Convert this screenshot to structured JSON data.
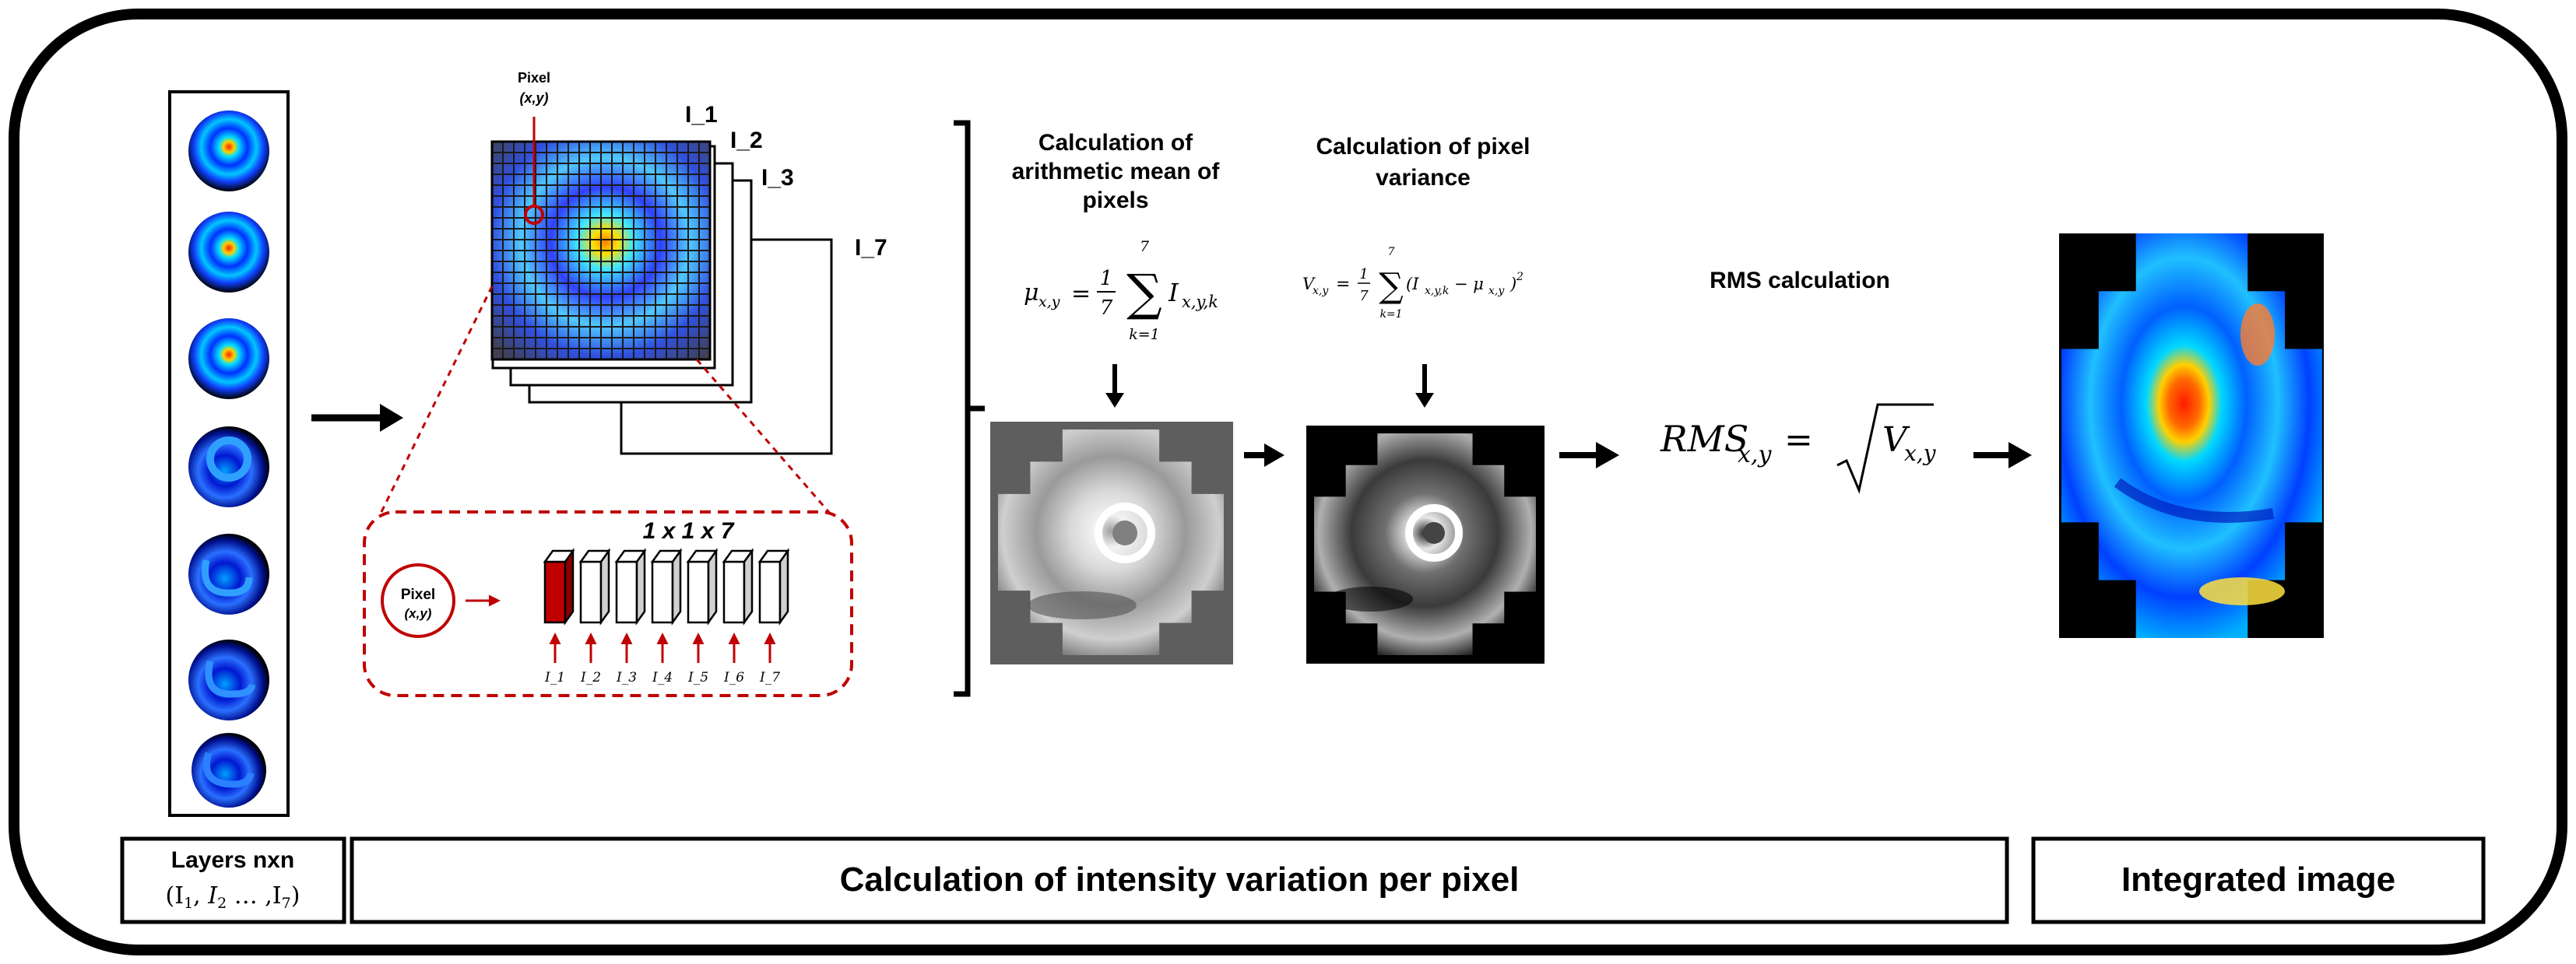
{
  "layers": {
    "box_label": "Layers nxn",
    "sequence": "(I",
    "sub1": "1",
    "sub2": "2",
    "subN": "7",
    "comma": ", ",
    "ellipsis": " … ,I",
    "close": ")"
  },
  "stack": {
    "pixel_label": "Pixel",
    "pixel_coord": "(x,y)",
    "layer_labels": [
      "I_1",
      "I_2",
      "I_3",
      "I_7"
    ]
  },
  "vector": {
    "title": "1 x 1 x 7",
    "pixel_label": "Pixel",
    "pixel_coord": "(x,y)",
    "cell_labels": [
      "I_1",
      "I_2",
      "I_3",
      "I_4",
      "I_5",
      "I_6",
      "I_7"
    ]
  },
  "mean": {
    "title": [
      "Calculation of",
      "arithmetic mean of",
      "pixels"
    ],
    "lhs": "μ",
    "lhs_sub": "x,y",
    "frac_num": "1",
    "frac_den": "7",
    "sum_top": "7",
    "sum_bottom": "k=1",
    "term": "I",
    "term_sub": "x,y,k"
  },
  "variance": {
    "title": [
      "Calculation of pixel",
      "variance"
    ],
    "lhs": "V",
    "lhs_sub": "x,y",
    "frac_num": "1",
    "frac_den": "7",
    "sum_top": "7",
    "sum_bottom": "k=1",
    "term": "(I",
    "term_sub": "x,y,k",
    "minus": " − μ",
    "mu_sub": "x,y",
    "close": ")",
    "power": "2"
  },
  "rms": {
    "title": "RMS calculation",
    "lhs": "RMS",
    "lhs_sub": "x,y",
    "eq": "=",
    "rad": "V",
    "rad_sub": "x,y"
  },
  "footer": {
    "process_label": "Calculation of intensity variation per pixel",
    "output_label": "Integrated image"
  },
  "colors": {
    "frame": "#000000",
    "accent_red": "#c00000",
    "heat_low": "#0a2aff",
    "heat_mid": "#00c8ff",
    "heat_high": "#ff2200"
  }
}
